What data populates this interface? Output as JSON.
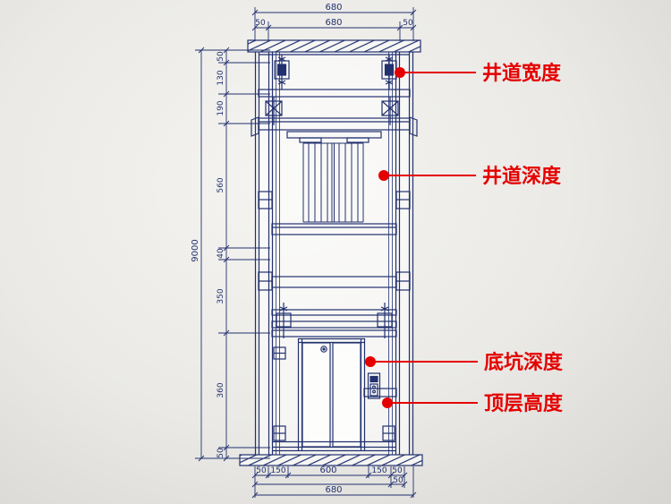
{
  "annotations": {
    "shaft_width": "井道宽度",
    "shaft_depth": "井道深度",
    "pit_depth": "底坑深度",
    "top_floor_height": "顶层高度"
  },
  "dimensions": {
    "top_total": "680",
    "top_left": "50",
    "top_inner": "680",
    "top_right": "50",
    "left_total": "9000",
    "left_segments": [
      "50",
      "130",
      "190",
      "560",
      "40",
      "350",
      "360",
      "50"
    ],
    "bottom_row1": [
      "50",
      "150",
      "600",
      "150",
      "50"
    ],
    "bottom_offset": "50",
    "bottom_total": "680"
  },
  "colors": {
    "line_navy": "#22316f",
    "accent_red": "#e50000",
    "background": "#eae9e5"
  }
}
